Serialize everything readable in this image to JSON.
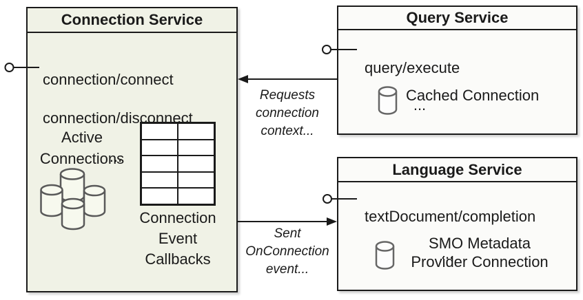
{
  "diagram": {
    "connection_service": {
      "title": "Connection Service",
      "methods": [
        "connection/connect",
        "connection/disconnect"
      ],
      "ellipsis": "...",
      "active_connections_label": "Active\nConnections",
      "callbacks_label": "Connection\nEvent\nCallbacks"
    },
    "query_service": {
      "title": "Query Service",
      "methods": [
        "query/execute"
      ],
      "ellipsis": "...",
      "cached_connection_label": "Cached Connection"
    },
    "language_service": {
      "title": "Language Service",
      "methods": [
        "textDocument/completion"
      ],
      "ellipsis": "...",
      "smo_label": "SMO Metadata\nProvider Connection"
    },
    "arrows": {
      "requests_label": "Requests\nconnection\ncontext...",
      "sent_label": "Sent\nOnConnection\nevent..."
    },
    "callback_table": {
      "rows": 5,
      "cols": 2
    },
    "icons": {
      "connection_cluster": "database-cluster-icon",
      "query_cache": "database-icon",
      "language_smo": "database-icon"
    },
    "colors": {
      "connection_bg": "#f0f2e6",
      "service_bg": "#fbfbf9",
      "border": "#1a1a1a",
      "cylinder_stroke": "#595959",
      "table_cell_bg": "#ffffff"
    }
  }
}
